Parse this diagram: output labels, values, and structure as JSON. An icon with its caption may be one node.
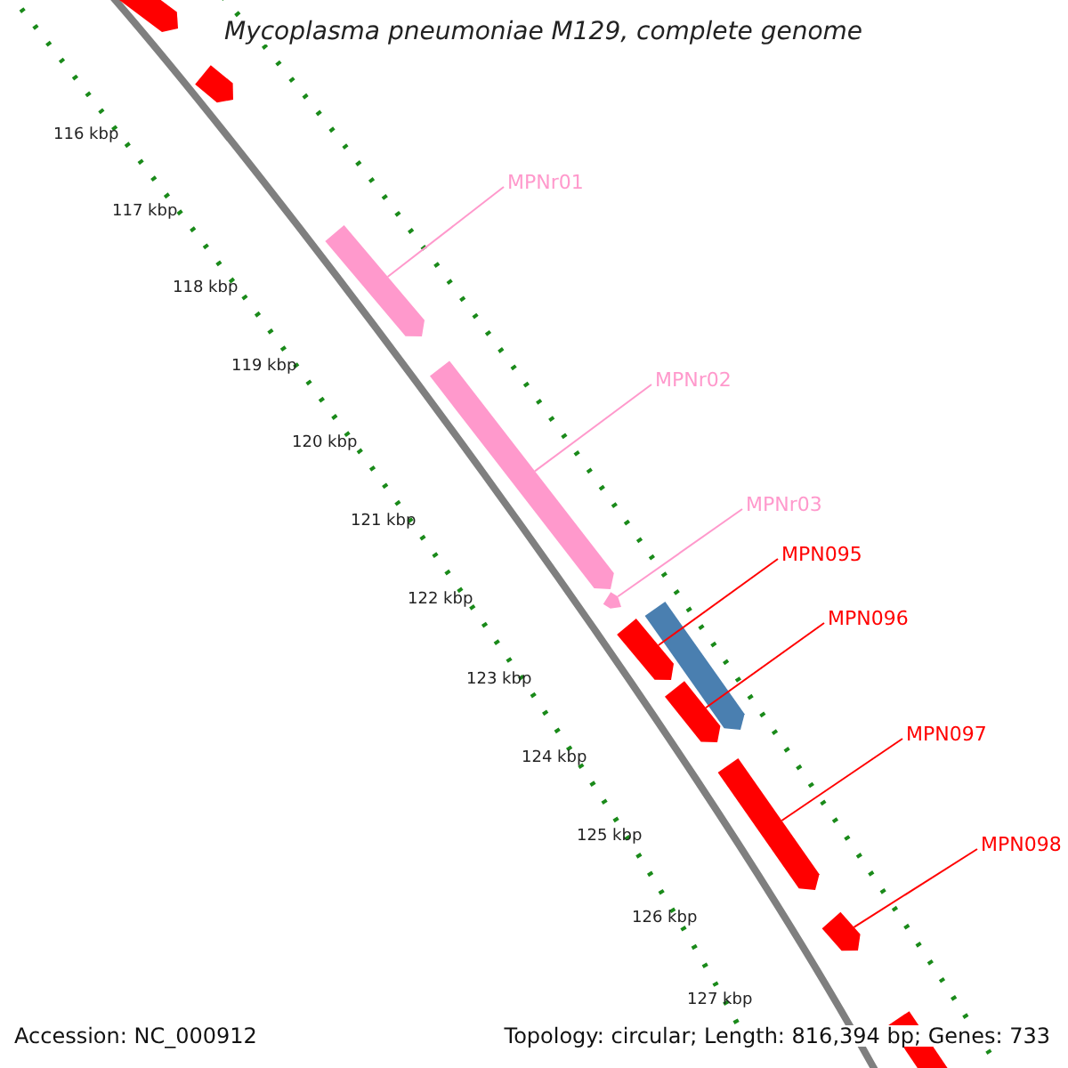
{
  "diagram": {
    "title": "Mycoplasma pneumoniae M129, complete genome",
    "nodes": [
      {
        "text": [],
        "shape": "bar"
      },
      {
        "text": [],
        "shape": "bar"
      },
      {
        "text": [],
        "shape": "bar"
      },
      {
        "text": [],
        "shape": "bar"
      },
      {
        "text": [],
        "shape": "bar"
      },
      {
        "text": [],
        "shape": "bar"
      },
      {
        "text": [],
        "shape": "bar"
      },
      {
        "text": [],
        "shape": "bar"
      },
      {
        "text": [],
        "shape": "bar"
      },
      {
        "text": [],
        "shape": "bar"
      },
      {
        "text": [],
        "shape": "bar"
      },
      {
        "text": [
          "MPNr01"
        ]
      },
      {
        "text": [
          "MPNr02"
        ]
      },
      {
        "text": [
          "MPNr03"
        ]
      },
      {
        "text": [
          "MPN095"
        ]
      },
      {
        "text": [
          "MPN096"
        ]
      },
      {
        "text": [
          "MPN097"
        ]
      },
      {
        "text": [
          "MPN098"
        ]
      }
    ],
    "edges": [
      {
        "from": 11,
        "to": 2,
        "arrow": "none",
        "color": "#ff99cc"
      },
      {
        "from": 12,
        "to": 3,
        "arrow": "none",
        "color": "#ff99cc"
      },
      {
        "from": 13,
        "to": 4,
        "arrow": "none",
        "color": "#ff99cc"
      },
      {
        "from": 14,
        "to": 5,
        "arrow": "none"
      },
      {
        "from": 15,
        "to": 7,
        "arrow": "none"
      },
      {
        "from": 16,
        "to": 8,
        "arrow": "none"
      },
      {
        "from": 17,
        "to": 9,
        "arrow": "none"
      }
    ],
    "labels": [
      "116 kbp",
      "117 kbp",
      "118 kbp",
      "119 kbp",
      "120 kbp",
      "121 kbp",
      "122 kbp",
      "123 kbp",
      "124 kbp",
      "125 kbp",
      "126 kbp",
      "127 kbp",
      "Accession: NC_000912",
      "Topology: circular; Length: 816,394 bp; Genes: 733"
    ]
  }
}
